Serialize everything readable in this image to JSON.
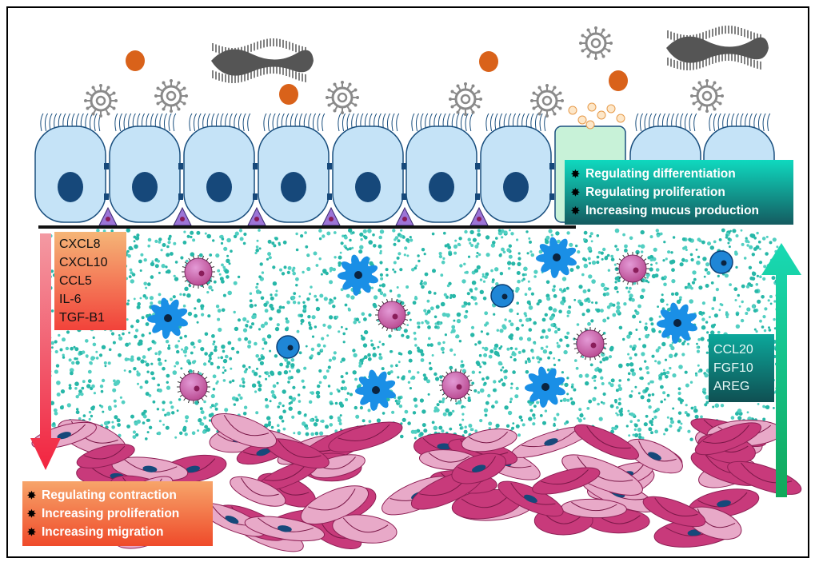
{
  "mediators_down": [
    "CXCL8",
    "CXCL10",
    "CCL5",
    "IL-6",
    "TGF-B1"
  ],
  "mediators_up": [
    "CCL20",
    "FGF10",
    "AREG"
  ],
  "epithelial_effects": [
    "Regulating differentiation",
    "Regulating proliferation",
    "Increasing mucus production"
  ],
  "smooth_muscle_effects": [
    "Regulating contraction",
    "Increasing proliferation",
    "Increasing migration"
  ],
  "bullet_icon": "burst-bullet-icon",
  "colors": {
    "epithelial_cell": "#c5e3f7",
    "goblet_cell": "#c8f2d8",
    "nucleus": "#16487a",
    "stroma_dots": "#27b7a8",
    "smooth_muscle": "#c83a7b",
    "dendritic_cell": "#1a8fe6",
    "down_arrow": "#f2243f",
    "up_arrow": "#15c49a"
  }
}
